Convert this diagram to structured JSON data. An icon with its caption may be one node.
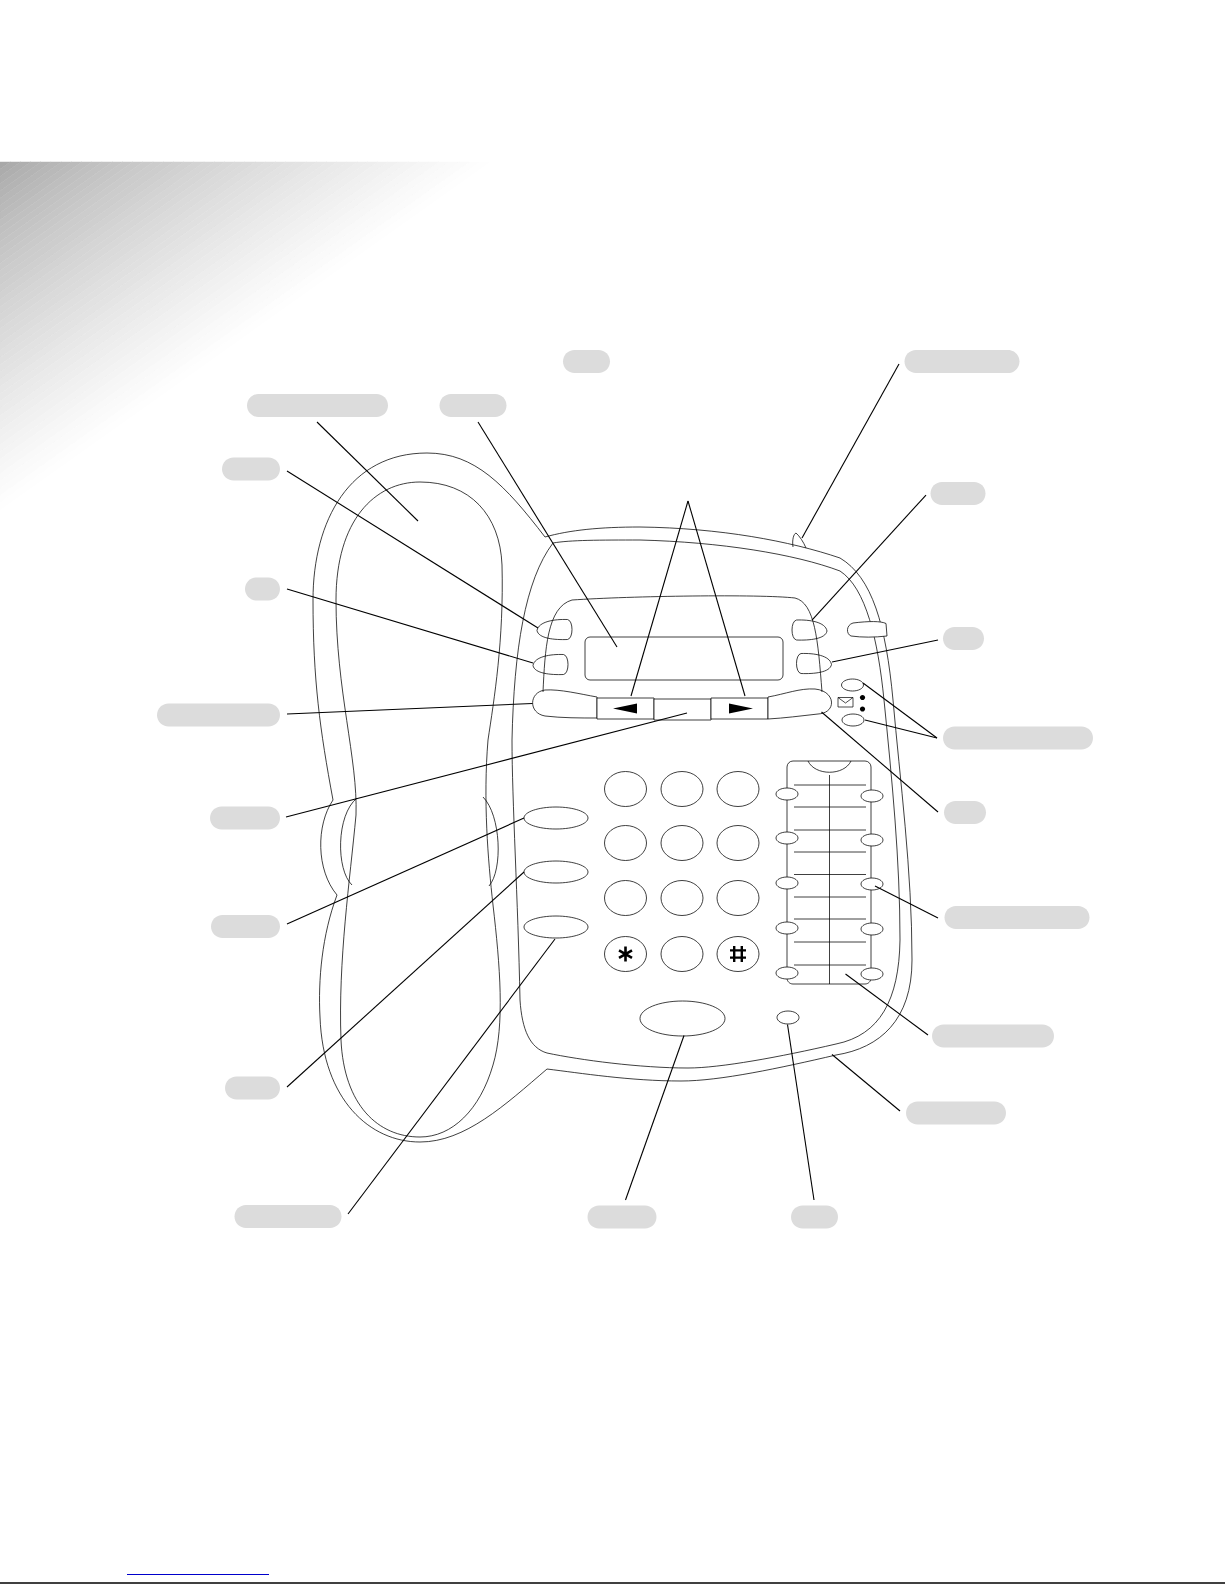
{
  "diagram": {
    "nodes": [
      {
        "text": [],
        "shape": "box"
      },
      {
        "text": [],
        "shape": "box"
      },
      {
        "text": [],
        "shape": "box"
      },
      {
        "text": [],
        "shape": "box"
      },
      {
        "text": [],
        "shape": "box"
      },
      {
        "text": [],
        "shape": "box"
      },
      {
        "text": [],
        "shape": "box"
      },
      {
        "text": [],
        "shape": "box"
      },
      {
        "text": [],
        "shape": "box"
      },
      {
        "text": [],
        "shape": "box"
      },
      {
        "text": [],
        "shape": "box"
      },
      {
        "text": [],
        "shape": "box"
      },
      {
        "text": [],
        "shape": "box"
      },
      {
        "text": [],
        "shape": "box"
      },
      {
        "text": [],
        "shape": "box"
      },
      {
        "text": [],
        "shape": "box"
      },
      {
        "text": [],
        "shape": "box"
      },
      {
        "text": [],
        "shape": "box"
      },
      {
        "text": [],
        "shape": "box"
      },
      {
        "text": [],
        "shape": "box"
      },
      {
        "text": [],
        "shape": "picture"
      },
      {
        "text": [],
        "shape": "tab"
      },
      {
        "text": [],
        "shape": "picture"
      },
      {
        "text": [],
        "shape": "button",
        "in": 22
      },
      {
        "text": [],
        "shape": "box",
        "in": 22
      },
      {
        "text": [],
        "shape": "button",
        "in": 22
      },
      {
        "text": [],
        "shape": "button",
        "in": 22
      },
      {
        "text": [],
        "shape": "button",
        "in": 22
      },
      {
        "text": [],
        "shape": "ellipse",
        "in": 22
      },
      {
        "text": [],
        "shape": "button",
        "in": 22
      },
      {
        "text": [],
        "shape": "button",
        "in": 22
      },
      {
        "text": [],
        "shape": "button",
        "in": 22
      },
      {
        "text": [],
        "shape": "button",
        "in": 22
      },
      {
        "text": [],
        "shape": "button",
        "in": 22
      },
      {
        "text": [],
        "shape": "ellipse",
        "in": 22
      },
      {
        "text": [],
        "shape": "box",
        "in": 22
      },
      {
        "text": [],
        "shape": "ellipse",
        "in": 22
      },
      {
        "text": [],
        "shape": "ellipse",
        "in": 22
      },
      {
        "text": [],
        "shape": "ellipse",
        "in": 22
      },
      {
        "text": [],
        "shape": "ellipse",
        "in": 22
      },
      {
        "text": [],
        "shape": "ellipse",
        "in": 22
      },
      {
        "text": [],
        "shape": "ellipse",
        "in": 22
      }
    ],
    "edges": [
      {
        "from": 2,
        "to": 20,
        "arrow": "none"
      },
      {
        "from": 3,
        "to": 24,
        "arrow": "none"
      },
      {
        "from": 4,
        "to": 23,
        "arrow": "none"
      },
      {
        "from": 6,
        "to": 26,
        "arrow": "none"
      },
      {
        "from": 8,
        "to": 29,
        "arrow": "none"
      },
      {
        "from": 1,
        "to": 21,
        "arrow": "none"
      },
      {
        "from": 5,
        "to": 25,
        "arrow": "none"
      },
      {
        "from": 7,
        "to": 27,
        "arrow": "none"
      },
      {
        "from": 9,
        "to": 28,
        "arrow": "none"
      },
      {
        "from": 9,
        "to": 34,
        "arrow": "none"
      },
      {
        "from": 11,
        "to": 33,
        "arrow": "none"
      },
      {
        "from": 10,
        "to": 31,
        "arrow": "none"
      },
      {
        "from": null,
        "to": 30,
        "arrow": "none"
      },
      {
        "from": null,
        "to": 32,
        "arrow": "none"
      },
      {
        "from": 12,
        "to": 36,
        "arrow": "none"
      },
      {
        "from": 15,
        "to": 37,
        "arrow": "none"
      },
      {
        "from": 17,
        "to": 39,
        "arrow": "none"
      },
      {
        "from": 13,
        "to": 38,
        "arrow": "none"
      },
      {
        "from": 14,
        "to": 35,
        "arrow": "none"
      },
      {
        "from": 16,
        "to": 22,
        "arrow": "none"
      },
      {
        "from": 18,
        "to": 40,
        "arrow": "none"
      },
      {
        "from": 19,
        "to": 41,
        "arrow": "none"
      }
    ]
  }
}
